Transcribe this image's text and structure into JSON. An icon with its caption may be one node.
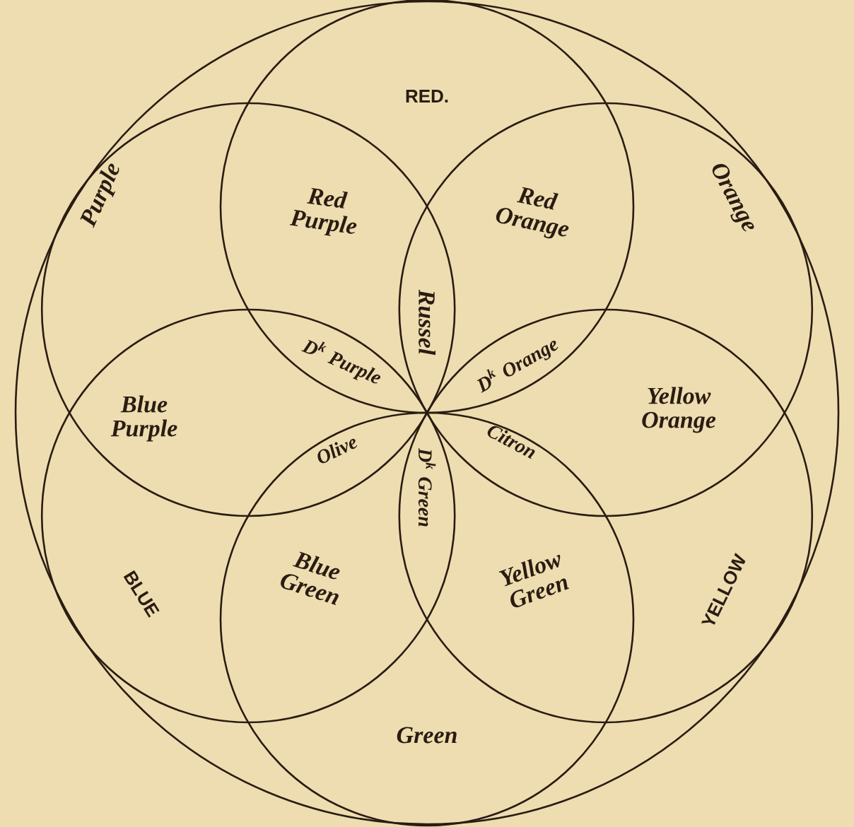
{
  "diagram": {
    "labels": [
      "RED.",
      "Purple",
      "Red Purple",
      "Red Orange",
      "Orange",
      "Russel",
      "D$^{k}$ Purple",
      "D$^{k}$ Orange",
      "Blue Purple",
      "Yellow Orange",
      "Olive",
      "Citron",
      "D$^{k}$ Green",
      "BLUE",
      "Blue Green",
      "Yellow Green",
      "YELLOW",
      "Green"
    ]
  }
}
